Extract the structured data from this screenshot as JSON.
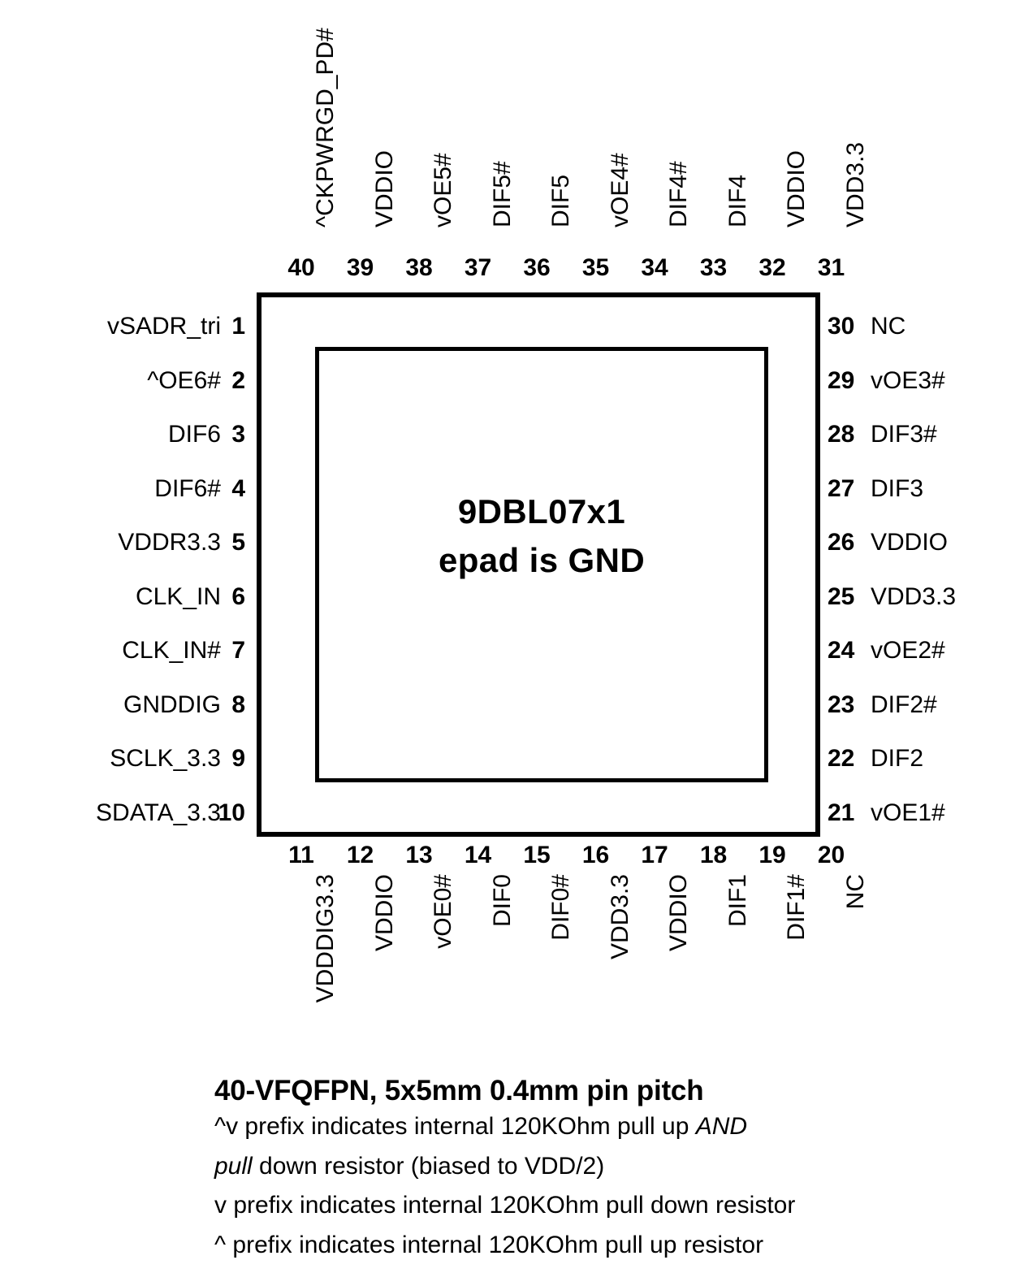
{
  "package": {
    "center_line1": "9DBL07x1",
    "center_line2": "epad is GND"
  },
  "pins": {
    "top": [
      {
        "number": "40",
        "label": "^CKPWRGD_PD#"
      },
      {
        "number": "39",
        "label": "VDDIO"
      },
      {
        "number": "38",
        "label": "vOE5#"
      },
      {
        "number": "37",
        "label": "DIF5#"
      },
      {
        "number": "36",
        "label": "DIF5"
      },
      {
        "number": "35",
        "label": "vOE4#"
      },
      {
        "number": "34",
        "label": "DIF4#"
      },
      {
        "number": "33",
        "label": "DIF4"
      },
      {
        "number": "32",
        "label": "VDDIO"
      },
      {
        "number": "31",
        "label": "VDD3.3"
      }
    ],
    "left": [
      {
        "number": "1",
        "label": "vSADR_tri"
      },
      {
        "number": "2",
        "label": "^OE6#"
      },
      {
        "number": "3",
        "label": "DIF6"
      },
      {
        "number": "4",
        "label": "DIF6#"
      },
      {
        "number": "5",
        "label": "VDDR3.3"
      },
      {
        "number": "6",
        "label": "CLK_IN"
      },
      {
        "number": "7",
        "label": "CLK_IN#"
      },
      {
        "number": "8",
        "label": "GNDDIG"
      },
      {
        "number": "9",
        "label": "SCLK_3.3"
      },
      {
        "number": "10",
        "label": "SDATA_3.3"
      }
    ],
    "bottom": [
      {
        "number": "11",
        "label": "VDDDIG3.3"
      },
      {
        "number": "12",
        "label": "VDDIO"
      },
      {
        "number": "13",
        "label": "vOE0#"
      },
      {
        "number": "14",
        "label": "DIF0"
      },
      {
        "number": "15",
        "label": "DIF0#"
      },
      {
        "number": "16",
        "label": "VDD3.3"
      },
      {
        "number": "17",
        "label": "VDDIO"
      },
      {
        "number": "18",
        "label": "DIF1"
      },
      {
        "number": "19",
        "label": "DIF1#"
      },
      {
        "number": "20",
        "label": "NC"
      }
    ],
    "right": [
      {
        "number": "30",
        "label": "NC"
      },
      {
        "number": "29",
        "label": "vOE3#"
      },
      {
        "number": "28",
        "label": "DIF3#"
      },
      {
        "number": "27",
        "label": "DIF3"
      },
      {
        "number": "26",
        "label": "VDDIO"
      },
      {
        "number": "25",
        "label": "VDD3.3"
      },
      {
        "number": "24",
        "label": "vOE2#"
      },
      {
        "number": "23",
        "label": "DIF2#"
      },
      {
        "number": "22",
        "label": "DIF2"
      },
      {
        "number": "21",
        "label": "vOE1#"
      }
    ]
  },
  "footer": {
    "title": "40-VFQFPN, 5x5mm 0.4mm pin pitch",
    "line1_a": "^v  prefix indicates internal 120KOhm pull up ",
    "line1_em": "AND",
    "line2_em": "pull",
    "line2_b": " down resistor (biased to VDD/2)",
    "line3": "v  prefix indicates internal 120KOhm pull down resistor",
    "line4": "^ prefix indicates internal 120KOhm pull up resistor"
  }
}
